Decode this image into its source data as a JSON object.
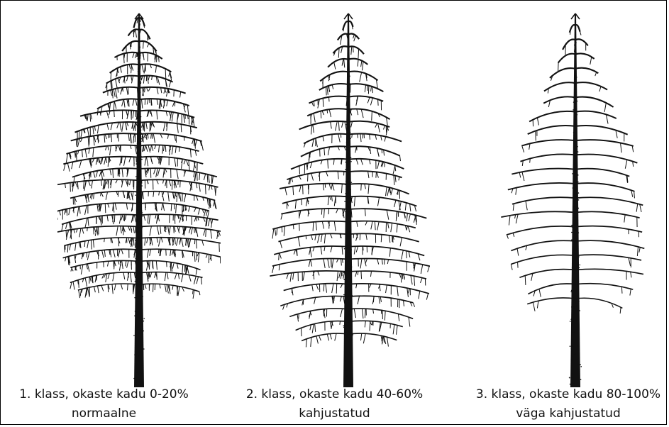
{
  "colors": {
    "ink": "#111111",
    "background": "#ffffff"
  },
  "classes": [
    {
      "line1": "1. klass, okaste kadu 0-20%",
      "line2": "normaalne",
      "needle_density": 1.0
    },
    {
      "line1": "2. klass, okaste kadu 40-60%",
      "line2": "kahjustatud",
      "needle_density": 0.5
    },
    {
      "line1": "3. klass, okaste kadu 80-100%",
      "line2": "väga kahjustatud",
      "needle_density": 0.1
    }
  ]
}
